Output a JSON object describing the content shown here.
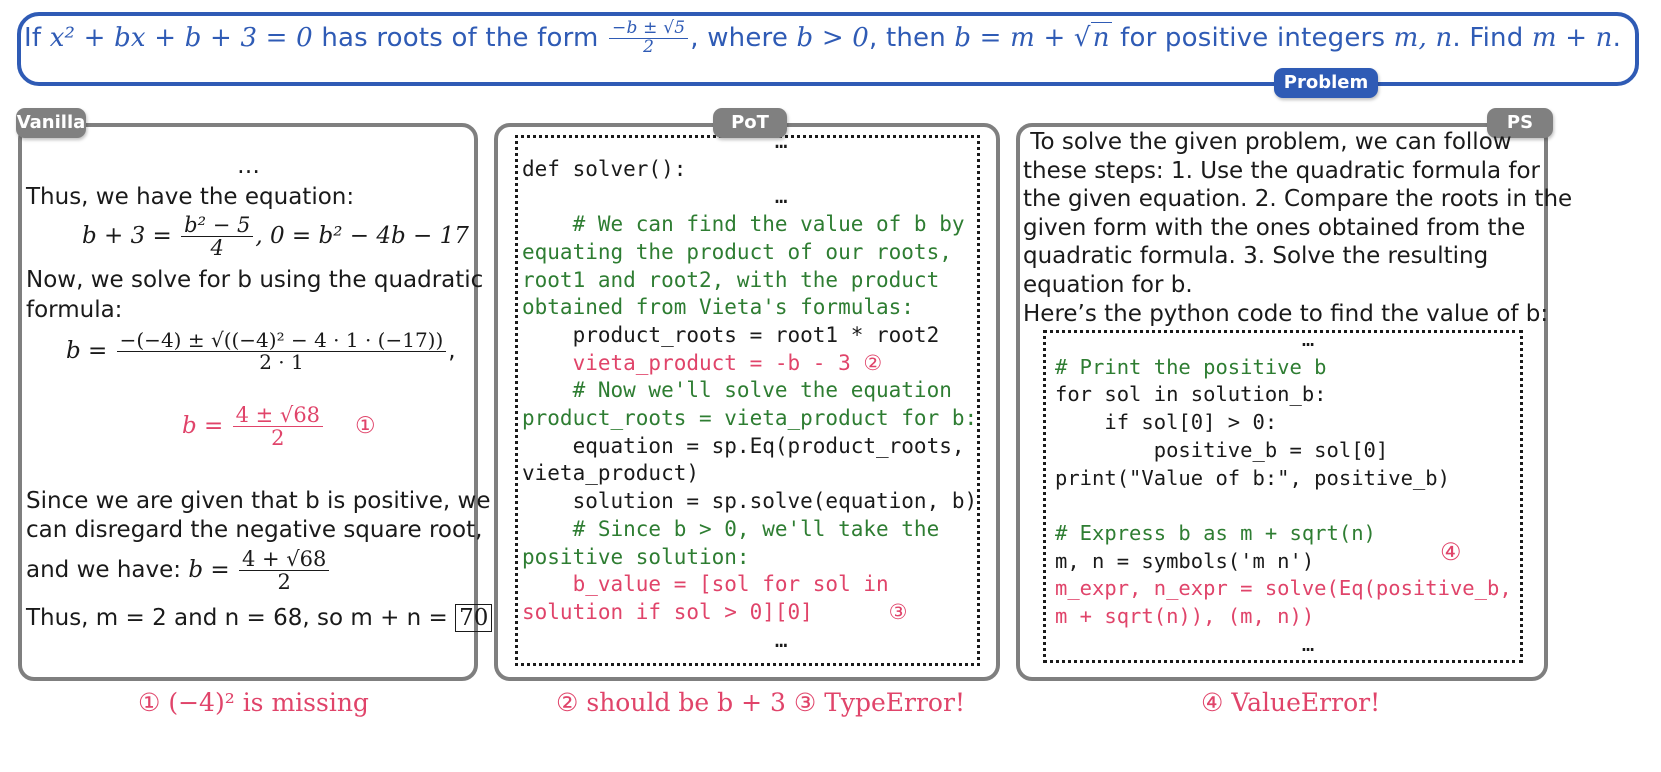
{
  "problem": {
    "tag": "Problem",
    "p1": "If ",
    "eq1": "x² + bx + b + 3 = 0",
    "p2": " has roots of the form ",
    "frac_num": "−b ± √5",
    "frac_den": "2",
    "p3": ", where ",
    "eq2": "b > 0",
    "p4": ", then ",
    "eq3a": "b = m + ",
    "eq3b": "n",
    "p5": " for positive integers ",
    "eq4": "m, n",
    "p6": ". Find ",
    "eq5": "m + n",
    "p7": "."
  },
  "vanilla": {
    "tag": "Vanilla",
    "dots_top": "…",
    "line1": "Thus, we have the equation:",
    "eq1_left": "b + 3 = ",
    "eq1_num": "b² − 5",
    "eq1_den": "4",
    "eq1_right": ",  0 = b² − 4b − 17",
    "line2": "Now, we solve for b using the quadratic",
    "line3": "formula:",
    "eq2_left": "b = ",
    "eq2_num": "−(−4) ± √((−4)² − 4 · 1 · (−17))",
    "eq2_den": "2 · 1",
    "eq2_comma": ",",
    "eq3_left": "b = ",
    "eq3_num": "4 ± √68",
    "eq3_den": "2",
    "marker": "①",
    "line4": "Since we are given that b is positive, we",
    "line5": "can disregard the negative square root,",
    "line6": "and we have: ",
    "eq4_left": "b = ",
    "eq4_num": "4 + √68",
    "eq4_den": "2",
    "line7a": "Thus, m = 2 and n = 68, so m + n = ",
    "answer": "70",
    "line7b": "."
  },
  "pot": {
    "tag": "PoT",
    "lines": [
      {
        "text": "                    …",
        "color": "black"
      },
      {
        "text": "def solver():",
        "color": "black"
      },
      {
        "text": "                    …",
        "color": "black"
      },
      {
        "text": "    # We can find the value of b by",
        "color": "green"
      },
      {
        "text": "equating the product of our roots,",
        "color": "green"
      },
      {
        "text": "root1 and root2, with the product",
        "color": "green"
      },
      {
        "text": "obtained from Vieta's formulas:",
        "color": "green"
      },
      {
        "text": "    product_roots = root1 * root2",
        "color": "black"
      },
      {
        "text": "    vieta_product = -b - 3 ②",
        "color": "red"
      },
      {
        "text": "    # Now we'll solve the equation",
        "color": "green"
      },
      {
        "text": "product_roots = vieta_product for b:",
        "color": "green"
      },
      {
        "text": "    equation = sp.Eq(product_roots,",
        "color": "black"
      },
      {
        "text": "vieta_product)",
        "color": "black"
      },
      {
        "text": "    solution = sp.solve(equation, b)",
        "color": "black"
      },
      {
        "text": "    # Since b > 0, we'll take the",
        "color": "green"
      },
      {
        "text": "positive solution:",
        "color": "green"
      },
      {
        "text": "    b_value = [sol for sol in",
        "color": "red"
      },
      {
        "text": "solution if sol > 0][0]      ③",
        "color": "red"
      },
      {
        "text": "                    …",
        "color": "black"
      }
    ]
  },
  "ps": {
    "tag": "PS",
    "intro": [
      " To solve the given problem, we can follow",
      "these steps: 1. Use the quadratic formula for",
      "the given equation. 2. Compare the roots in the",
      "given form with the ones obtained from the",
      "quadratic formula. 3. Solve the resulting",
      "equation for b.",
      "Here’s the python code to find the value of b:"
    ],
    "code": [
      {
        "text": "                    …",
        "color": "black"
      },
      {
        "text": "# Print the positive b",
        "color": "green"
      },
      {
        "text": "for sol in solution_b:",
        "color": "black"
      },
      {
        "text": "    if sol[0] > 0:",
        "color": "black"
      },
      {
        "text": "        positive_b = sol[0]",
        "color": "black"
      },
      {
        "text": "print(\"Value of b:\", positive_b)",
        "color": "black"
      },
      {
        "text": " ",
        "color": "black"
      },
      {
        "text": "# Express b as m + sqrt(n)",
        "color": "green"
      },
      {
        "text": "m, n = symbols('m n')",
        "color": "black"
      },
      {
        "text": "m_expr, n_expr = solve(Eq(positive_b,",
        "color": "red"
      },
      {
        "text": "m + sqrt(n)), (m, n))",
        "color": "red"
      },
      {
        "text": "                    …",
        "color": "black"
      }
    ],
    "marker": "④"
  },
  "captions": {
    "c1": "① (−4)² is missing",
    "c2": "② should be b + 3  ③ TypeError!",
    "c3": "④ ValueError!"
  },
  "colors": {
    "problem_blue": "#2f5bb5",
    "panel_gray": "#7f7f7f",
    "code_green": "#2e7d32",
    "error_red": "#e0446a"
  }
}
